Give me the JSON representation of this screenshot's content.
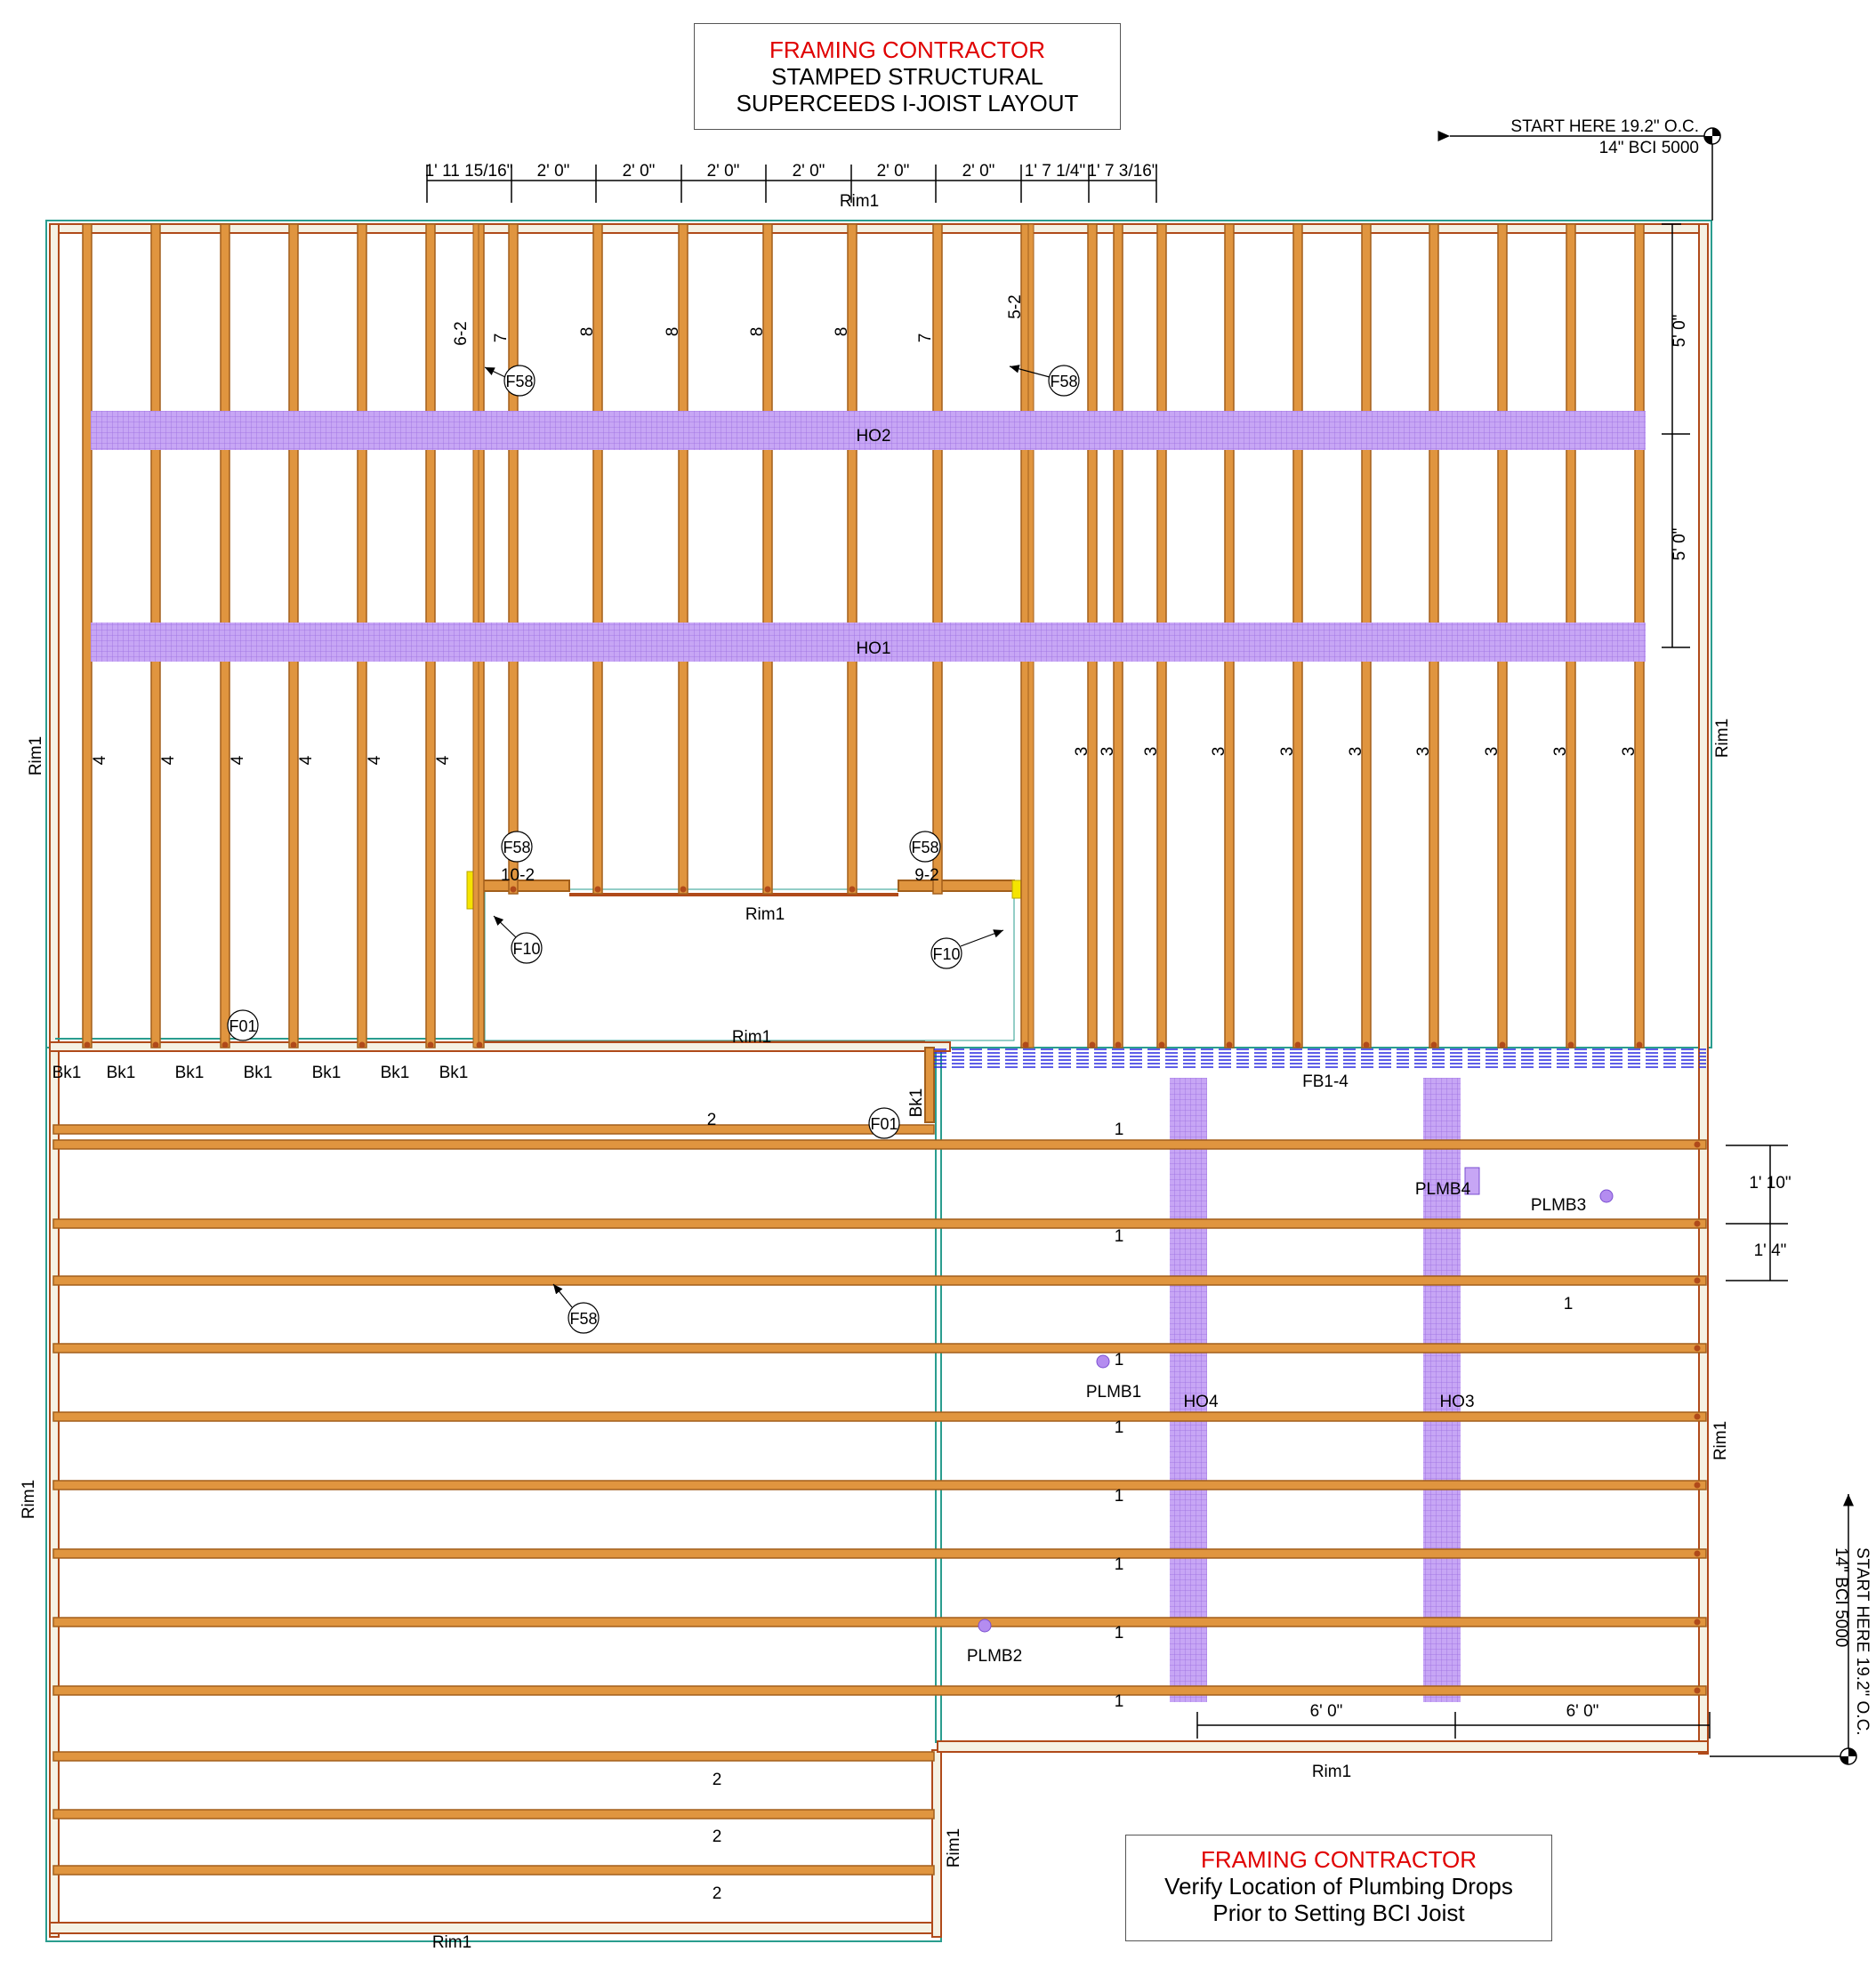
{
  "colors": {
    "joist": "#e0953f",
    "joist_edge": "#a25f1c",
    "rim": "#b04a1a",
    "wall_fill": "#f5f2e4",
    "teal": "#2a9d8f",
    "hatch": "#b48cf0",
    "blue_block": "#2a2ae0",
    "note_red": "#e00000"
  },
  "notes": {
    "top": {
      "line1": "FRAMING CONTRACTOR",
      "line2": "STAMPED STRUCTURAL",
      "line3": "SUPERCEEDS I-JOIST LAYOUT"
    },
    "bottom": {
      "line1": "FRAMING CONTRACTOR",
      "line2": "Verify Location of Plumbing Drops",
      "line3": "Prior to Setting BCI Joist"
    }
  },
  "start_markers": {
    "top": {
      "line1": "START HERE 19.2\" O.C.",
      "line2": "14\" BCI 5000"
    },
    "right": {
      "line1": "START HERE 19.2\" O.C.",
      "line2": "14\" BCI 5000"
    }
  },
  "top_dimensions": [
    "1' 11 15/16\"",
    "2' 0\"",
    "2' 0\"",
    "2' 0\"",
    "2' 0\"",
    "2' 0\"",
    "2' 0\"",
    "1' 7 1/4\"",
    "1' 7 3/16\""
  ],
  "right_dimensions": {
    "upper": [
      "5' 0\"",
      "5' 0\""
    ],
    "middle": [
      "1' 10\"",
      "1' 4\""
    ]
  },
  "bottom_dimensions": [
    "6' 0\"",
    "6' 0\""
  ],
  "rim_labels": {
    "top": "Rim1",
    "left_upper": "Rim1",
    "left_lower": "Rim1",
    "right_upper": "Rim1",
    "right_lower": "Rim1",
    "inner_stair": "Rim1",
    "inner_step": "Rim1",
    "bottom_right": "Rim1",
    "bottom_left": "Rim1",
    "notch": "Rim1"
  },
  "headers": {
    "ho1": "HO1",
    "ho2": "HO2",
    "ho3": "HO3",
    "ho4": "HO4"
  },
  "plumbing": {
    "plmb1": "PLMB1",
    "plmb2": "PLMB2",
    "plmb3": "PLMB3",
    "plmb4": "PLMB4"
  },
  "callouts": {
    "f58": "F58",
    "f10": "F10",
    "f01": "F01"
  },
  "blocking": {
    "bk1": "Bk1",
    "fb": "FB1-4"
  },
  "joist_marks": {
    "left_bay": "4",
    "stair_long": "8",
    "stair_edge": "7",
    "double_left": "6-2",
    "double_right": "5-2",
    "right_bay": "3",
    "hall_left": "10-2",
    "hall_right": "9-2",
    "lower_right": "1",
    "lower_left": "2"
  }
}
